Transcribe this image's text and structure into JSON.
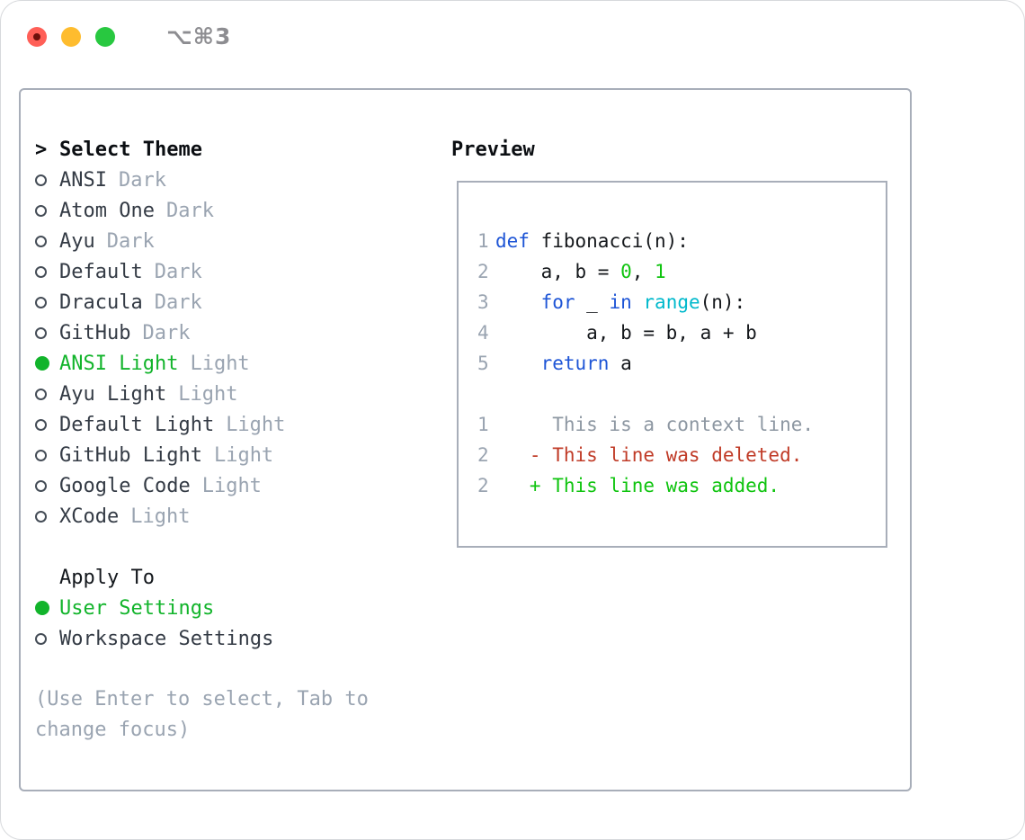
{
  "window": {
    "title": "⌥⌘3",
    "traffic_lights": [
      "close",
      "minimize",
      "zoom"
    ]
  },
  "theme_panel": {
    "header": {
      "marker": ">",
      "label": "Select Theme"
    },
    "themes": [
      {
        "name": "ANSI",
        "variant": "Dark",
        "selected": false
      },
      {
        "name": "Atom One",
        "variant": "Dark",
        "selected": false
      },
      {
        "name": "Ayu",
        "variant": "Dark",
        "selected": false
      },
      {
        "name": "Default",
        "variant": "Dark",
        "selected": false
      },
      {
        "name": "Dracula",
        "variant": "Dark",
        "selected": false
      },
      {
        "name": "GitHub",
        "variant": "Dark",
        "selected": false
      },
      {
        "name": "ANSI Light",
        "variant": "Light",
        "selected": true
      },
      {
        "name": "Ayu Light",
        "variant": "Light",
        "selected": false
      },
      {
        "name": "Default Light",
        "variant": "Light",
        "selected": false
      },
      {
        "name": "GitHub Light",
        "variant": "Light",
        "selected": false
      },
      {
        "name": "Google Code",
        "variant": "Light",
        "selected": false
      },
      {
        "name": "XCode",
        "variant": "Light",
        "selected": false
      }
    ],
    "apply_to": {
      "label": "Apply To",
      "options": [
        {
          "name": "User Settings",
          "selected": true
        },
        {
          "name": "Workspace Settings",
          "selected": false
        }
      ]
    },
    "hint": "(Use Enter to select, Tab to change focus)"
  },
  "preview": {
    "header": "Preview",
    "code_lines": [
      {
        "num": "1",
        "tokens": [
          {
            "t": "def",
            "c": "keyword"
          },
          {
            "t": " fibonacci(n):",
            "c": "plain"
          }
        ]
      },
      {
        "num": "2",
        "tokens": [
          {
            "t": "    a, b = ",
            "c": "plain"
          },
          {
            "t": "0",
            "c": "number"
          },
          {
            "t": ", ",
            "c": "plain"
          },
          {
            "t": "1",
            "c": "number"
          }
        ]
      },
      {
        "num": "3",
        "tokens": [
          {
            "t": "    ",
            "c": "plain"
          },
          {
            "t": "for",
            "c": "keyword"
          },
          {
            "t": " _ ",
            "c": "plain"
          },
          {
            "t": "in",
            "c": "keyword"
          },
          {
            "t": " ",
            "c": "plain"
          },
          {
            "t": "range",
            "c": "function"
          },
          {
            "t": "(n):",
            "c": "plain"
          }
        ]
      },
      {
        "num": "4",
        "tokens": [
          {
            "t": "        a, b = b, a + b",
            "c": "plain"
          }
        ]
      },
      {
        "num": "5",
        "tokens": [
          {
            "t": "    ",
            "c": "plain"
          },
          {
            "t": "return",
            "c": "keyword"
          },
          {
            "t": " a",
            "c": "plain"
          }
        ]
      },
      {
        "num": "",
        "tokens": []
      },
      {
        "num": "1",
        "tokens": [
          {
            "t": "     This is a context line.",
            "c": "context"
          }
        ]
      },
      {
        "num": "2",
        "tokens": [
          {
            "t": "   - This line was deleted.",
            "c": "deleted"
          }
        ]
      },
      {
        "num": "2",
        "tokens": [
          {
            "t": "   + This line was added.",
            "c": "added"
          }
        ]
      }
    ]
  },
  "colors": {
    "selection_green": "#12b42b",
    "keyword_blue": "#1e55d6",
    "function_cyan": "#00b9cc",
    "number_green": "#0fc40f",
    "deleted_red": "#c03b27",
    "added_green": "#0fc40f",
    "muted_gray": "#9aa4b1",
    "panel_border": "#a8aeb9",
    "traffic_red": "#ff5f57",
    "traffic_yellow": "#febc2e",
    "traffic_green": "#28c840",
    "title_gray": "#8d8d91"
  }
}
